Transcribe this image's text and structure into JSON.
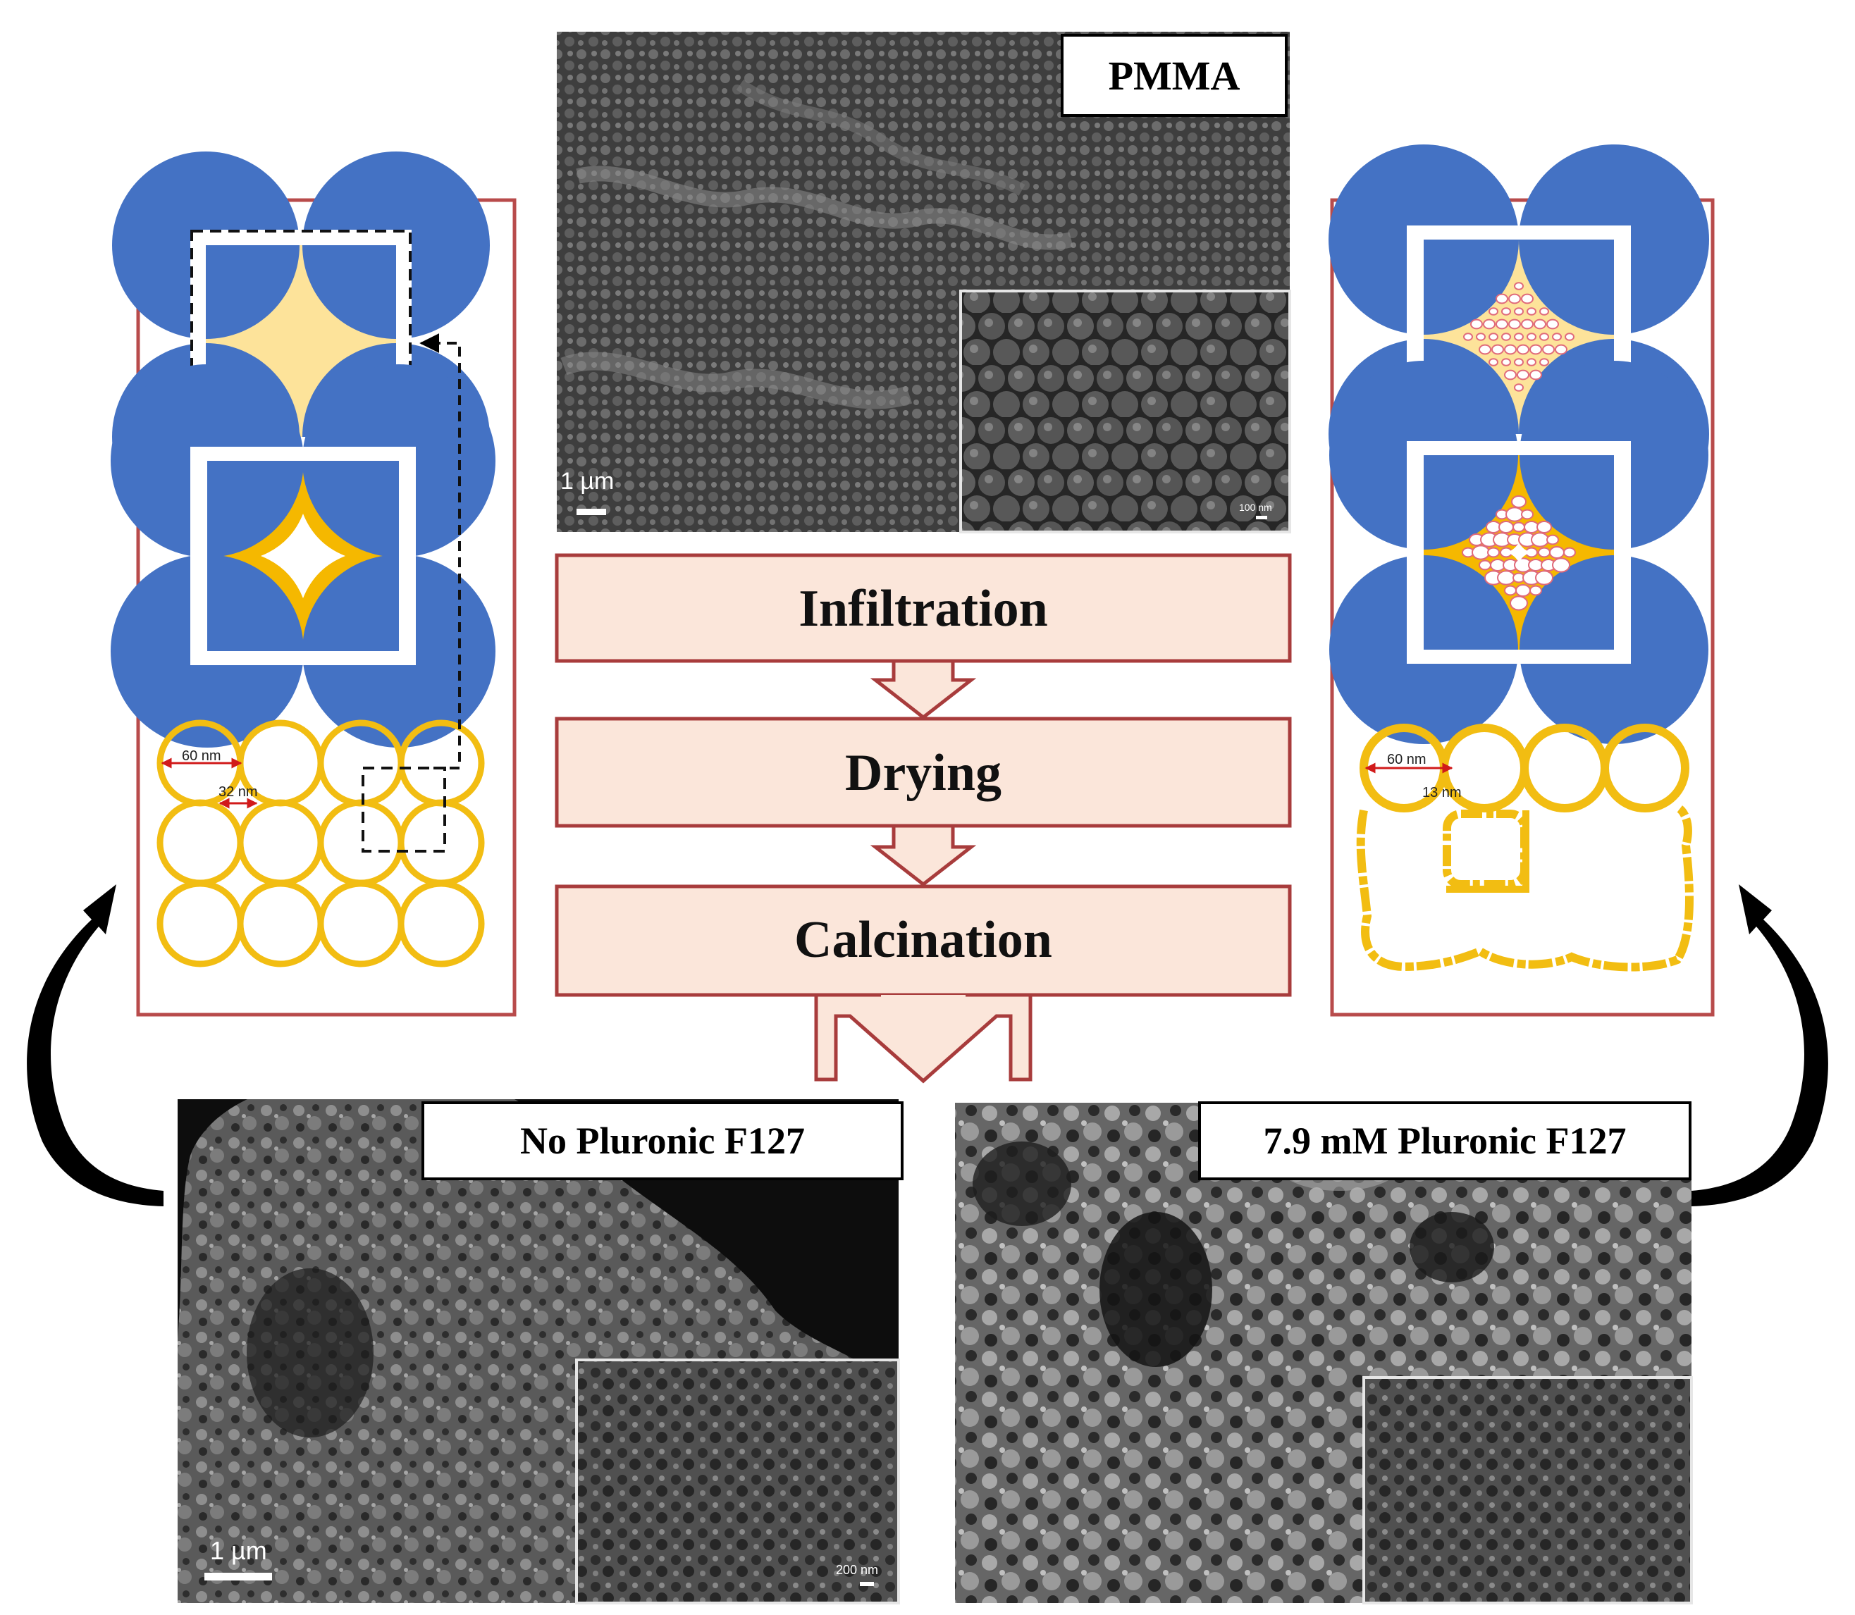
{
  "top_image": {
    "label": "PMMA",
    "scale_main": "1 µm",
    "scale_inset": "100 nm"
  },
  "steps": [
    {
      "label": "Infiltration"
    },
    {
      "label": "Drying"
    },
    {
      "label": "Calcination"
    }
  ],
  "bottom_left": {
    "label": "No Pluronic F127",
    "scale_main": "1 µm",
    "scale_inset": "200 nm"
  },
  "bottom_right": {
    "label": "7.9 mM Pluronic F127"
  },
  "left_schematic": {
    "diameter_label": "60 nm",
    "gap_label": "32 nm"
  },
  "right_schematic": {
    "diameter_label": "60 nm",
    "gap_label": "13 nm"
  },
  "colors": {
    "frame": "#b84b4b",
    "step_fill": "#fbe6da",
    "step_border": "#a83c3c",
    "sphere_blue": "#4472c4",
    "matrix_light": "#fde39a",
    "matrix_gold": "#f5b800",
    "ring_gold": "#f2bd12",
    "dim_arrow": "#d11a1a"
  }
}
